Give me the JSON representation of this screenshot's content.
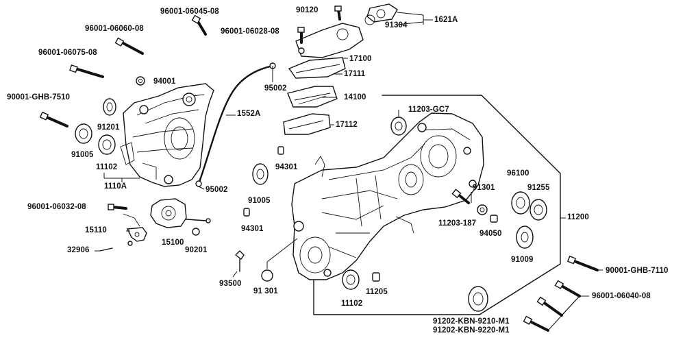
{
  "labels": {
    "p96001_06045_08": "96001-06045-08",
    "p90120": "90120",
    "p1621A": "1621A",
    "p91304": "91304",
    "p96001_06060_08": "96001-06060-08",
    "p96001_06028_08": "96001-06028-08",
    "p96001_06075_08": "96001-06075-08",
    "p17100": "17100",
    "p17111": "17111",
    "p94001": "94001",
    "p95002_top": "95002",
    "p14100": "14100",
    "p90001_GHB_7510": "90001-GHB-7510",
    "p11203_GC7": "11203-GC7",
    "p1552A": "1552A",
    "p91201": "91201",
    "p17112": "17112",
    "p91005_left": "91005",
    "p11102_left": "11102",
    "p94301_top": "94301",
    "p96100": "96100",
    "p1110A": "1110A",
    "p91301_right": "91301",
    "p91255": "91255",
    "p95002_bottom": "95002",
    "p91005_mid": "91005",
    "p96001_06032_08": "96001-06032-08",
    "p11200": "11200",
    "p11203_187": "11203-187",
    "p15110": "15110",
    "p94301_bottom": "94301",
    "p94050": "94050",
    "p15100": "15100",
    "p90201": "90201",
    "p32906": "32906",
    "p91009": "91009",
    "p90001_GHB_7110": "90001-GHB-7110",
    "p93500": "93500",
    "p91301_bottom": "91 301",
    "p11102_bottom": "11102",
    "p11205": "11205",
    "p96001_06040_08": "96001-06040-08",
    "p91202_KBN_9210_M1": "91202-KBN-9210-M1",
    "p91202_KBN_9220_M1": "91202-KBN-9220-M1"
  }
}
